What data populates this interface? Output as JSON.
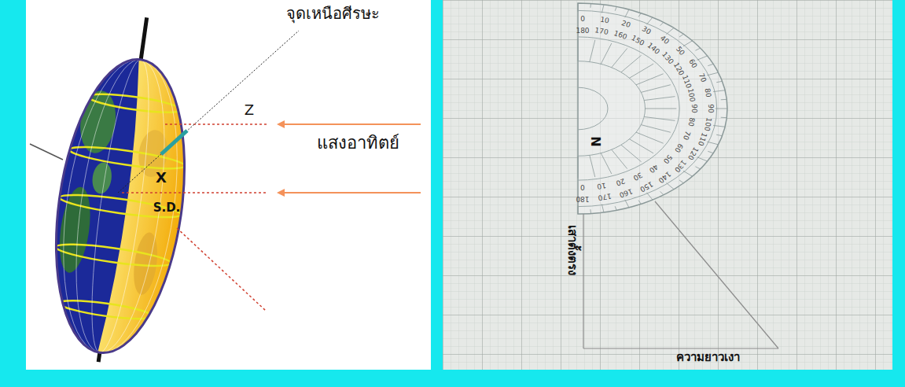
{
  "diagram": {
    "labels": [
      "จุดเหนือศีรษะ",
      "Z",
      "แสงอาทิตย์",
      "X",
      "S.D.",
      "N",
      "เสาตั้งตรง",
      "ความยาวเงา",
      "0",
      "10",
      "20",
      "30",
      "40",
      "50",
      "60",
      "70",
      "80",
      "90",
      "100",
      "110",
      "120",
      "130",
      "140",
      "150",
      "160",
      "170",
      "180",
      "180",
      "170",
      "160",
      "150",
      "140",
      "130",
      "120",
      "110",
      "100",
      "90",
      "80",
      "70",
      "60",
      "50",
      "40",
      "30",
      "20",
      "10",
      "0"
    ]
  }
}
